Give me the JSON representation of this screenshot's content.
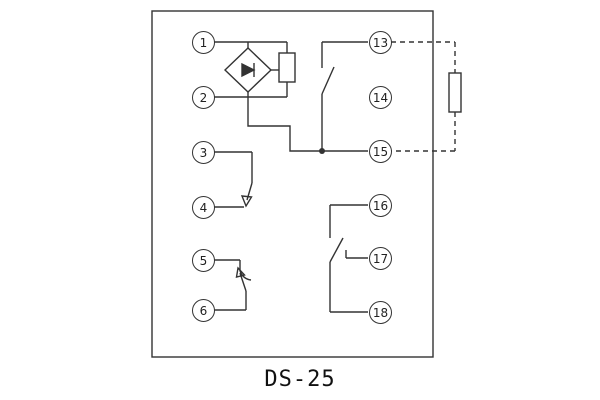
{
  "title": "DS-25",
  "colors": {
    "line": "#333333",
    "background": "#ffffff"
  },
  "terminals": {
    "t1": "1",
    "t2": "2",
    "t3": "3",
    "t4": "4",
    "t5": "5",
    "t6": "6",
    "t13": "13",
    "t14": "14",
    "t15": "15",
    "t16": "16",
    "t17": "17",
    "t18": "18"
  },
  "components": {
    "bridge_rectifier": "diode-bridge-icon",
    "coil": "coil-resistor-icon",
    "external_resistor": "external-resistor-icon",
    "contacts": [
      "contact-13-15",
      "contact-3-4",
      "contact-5-6",
      "contact-16-17-18"
    ]
  }
}
